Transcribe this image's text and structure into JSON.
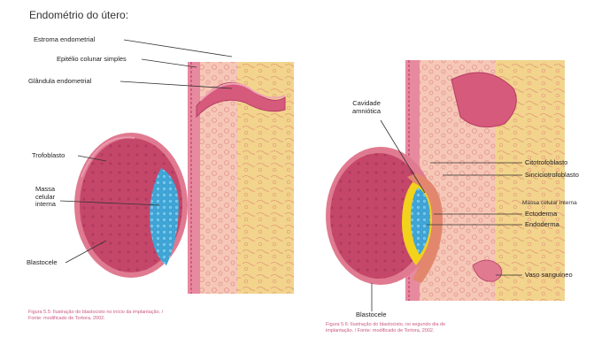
{
  "title": "Endométrio do útero:",
  "left_figure": {
    "labels": {
      "estroma": "Estroma endometrial",
      "epitelio": "Epitélio colunar simples",
      "glandula": "Glândula endometrial",
      "trofoblasto": "Trofoblasto",
      "massa_line1": "Massa",
      "massa_line2": "celular",
      "massa_line3": "interna",
      "blastocele": "Blastocele"
    },
    "caption_line1": "Figura 5.5: Ilustração do blastocisto no início da implantação. /",
    "caption_line2": "Fonte: modificado de Tortora, 2002."
  },
  "right_figure": {
    "labels": {
      "cavidade_line1": "Cavidade",
      "cavidade_line2": "amniótica",
      "citotrofoblasto": "Citotrofoblasto",
      "sinciciotrofoblasto": "Sinciciotrofoblasto",
      "massa_celular": "Massa celular interna",
      "ectoderma": "Ectoderma",
      "endoderma": "Endoderma",
      "vaso": "Vaso sanguíneo",
      "blastocele": "Blastocele"
    },
    "caption_line1": "Figura 5.6: Ilustração do blastocisto, no segundo dia de",
    "caption_line2": "implantação. / Fonte: modificado de Tortora, 2002."
  },
  "colors": {
    "endometrium": "#f5c9b8",
    "stroma": "#f3d48a",
    "blastocyst_wall": "#d9607a",
    "blastocele": "#b8365a",
    "inner_cell_mass": "#4fb3e0",
    "ectoderm": "#f2d21a"
  }
}
